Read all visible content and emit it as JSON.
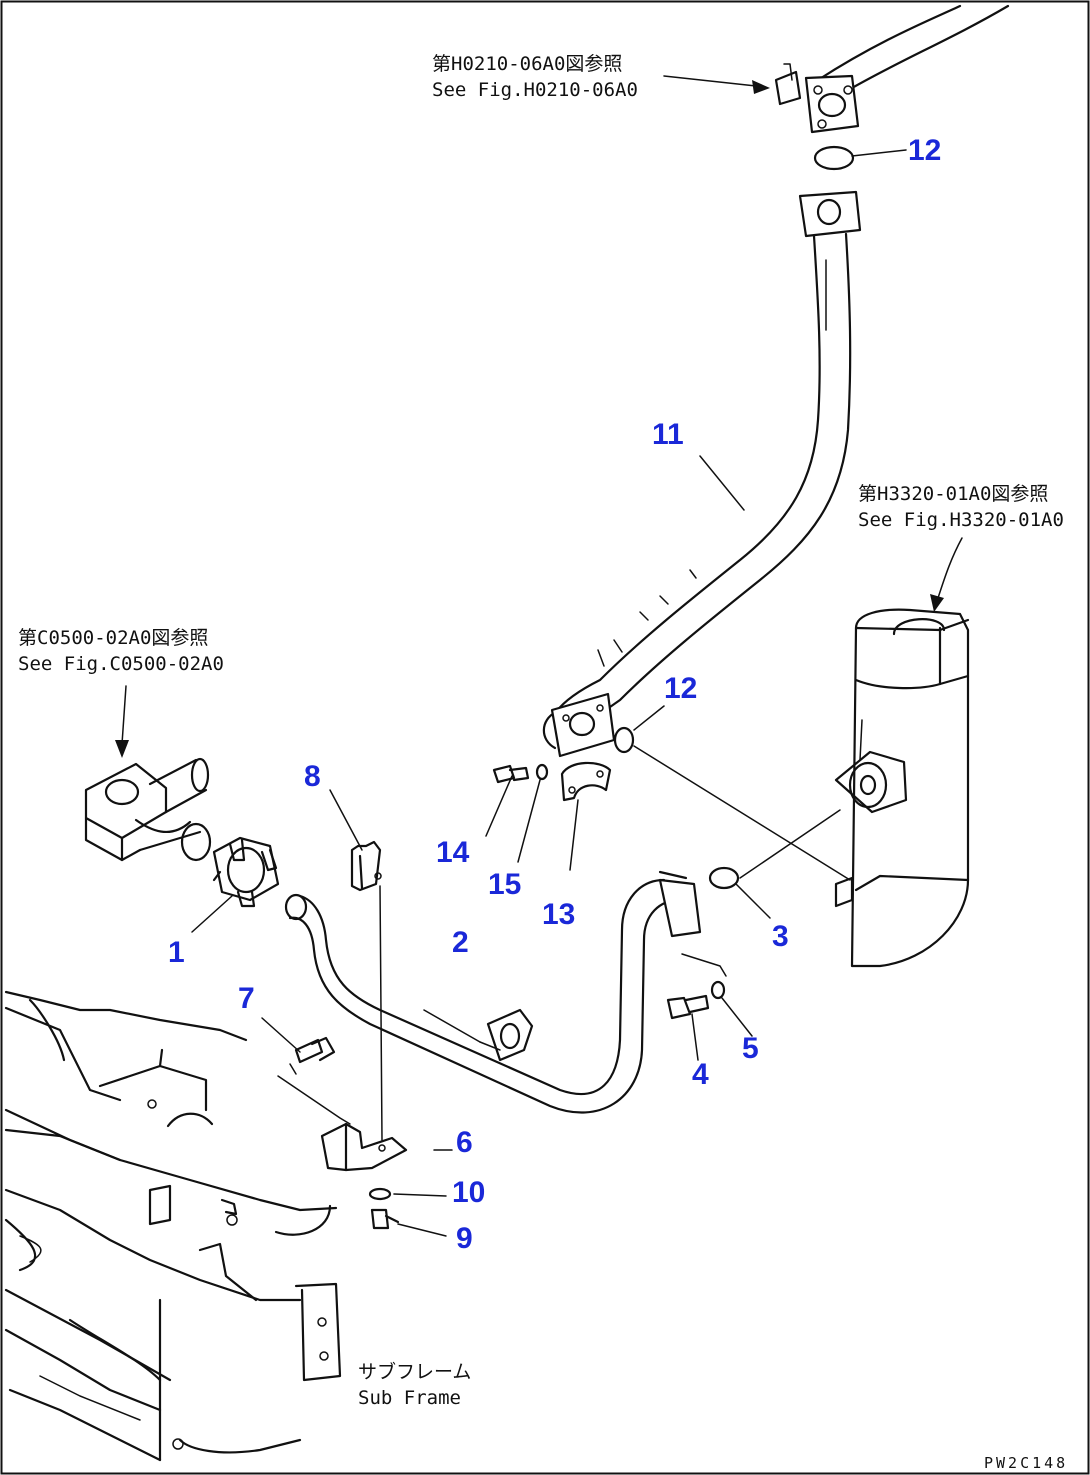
{
  "references": [
    {
      "jp": "第H0210-06A0図参照",
      "en": "See Fig.H0210-06A0"
    },
    {
      "jp": "第H3320-01A0図参照",
      "en": "See Fig.H3320-01A0"
    },
    {
      "jp": "第C0500-02A0図参照",
      "en": "See Fig.C0500-02A0"
    },
    {
      "jp": "サブフレーム",
      "en": "Sub Frame"
    }
  ],
  "callouts": [
    "12",
    "11",
    "12",
    "8",
    "14",
    "15",
    "13",
    "3",
    "1",
    "2",
    "5",
    "4",
    "7",
    "6",
    "10",
    "9"
  ],
  "drawing_code": "PW2C148"
}
